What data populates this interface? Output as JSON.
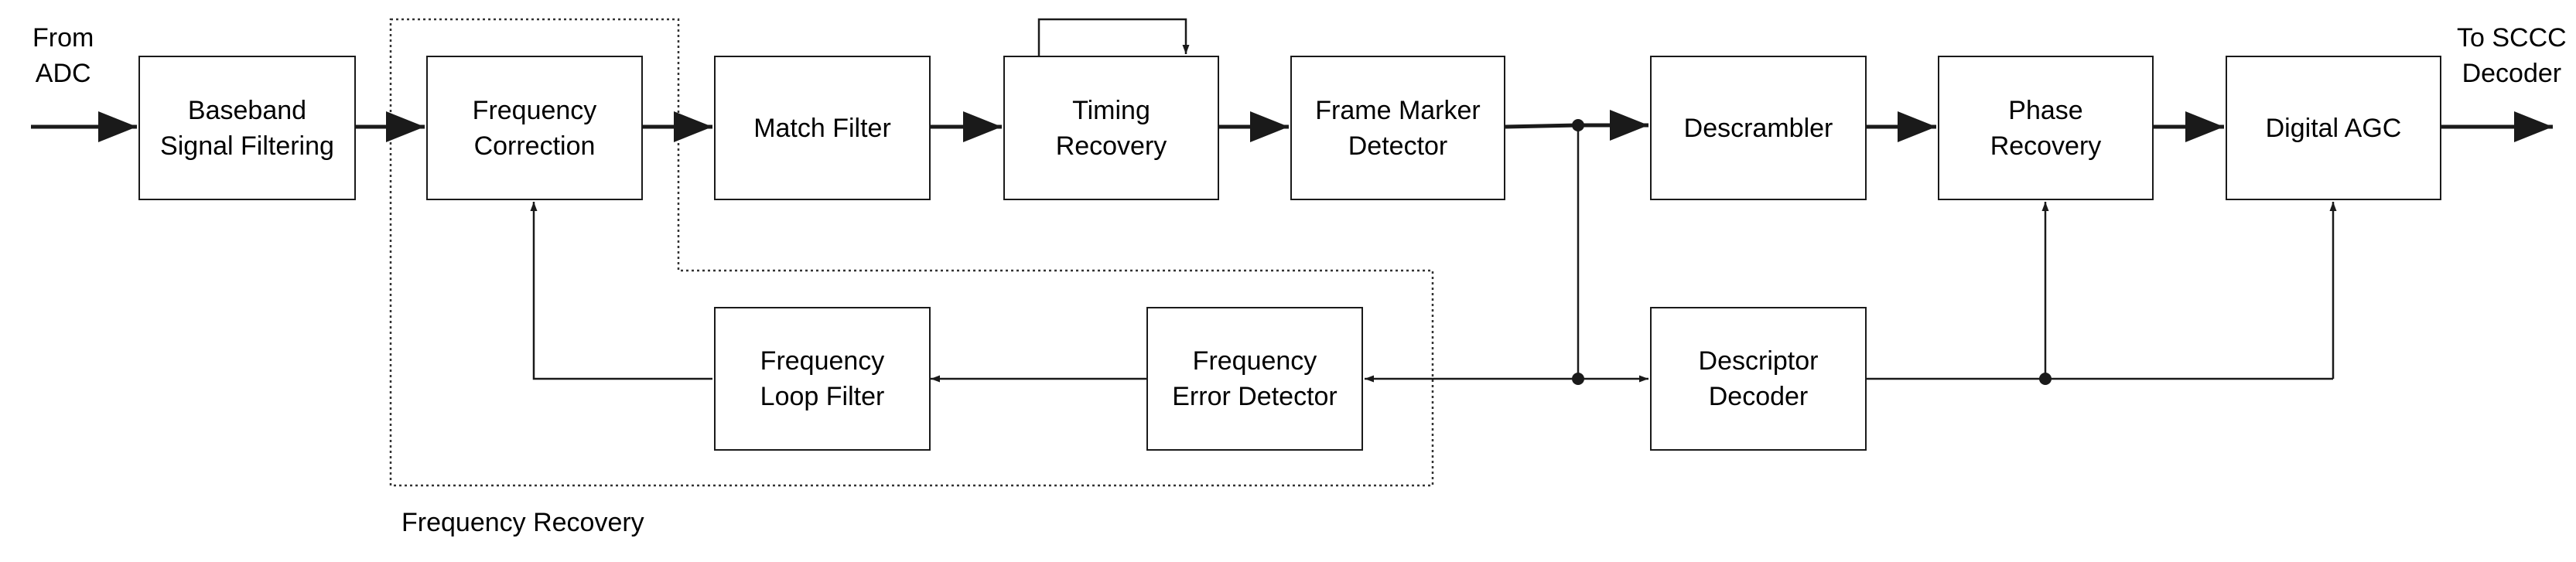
{
  "input_label": [
    "From",
    "ADC"
  ],
  "output_label": [
    "To SCCC",
    "Decoder"
  ],
  "group_label": "Frequency Recovery",
  "blocks": {
    "baseband": [
      "Baseband",
      "Signal Filtering"
    ],
    "freq_corr": [
      "Frequency",
      "Correction"
    ],
    "match": [
      "Match Filter"
    ],
    "timing": [
      "Timing",
      "Recovery"
    ],
    "frame": [
      "Frame Marker",
      "Detector"
    ],
    "descrambler": [
      "Descrambler"
    ],
    "phase": [
      "Phase",
      "Recovery"
    ],
    "agc": [
      "Digital AGC"
    ],
    "loop_filter": [
      "Frequency",
      "Loop Filter"
    ],
    "err_det": [
      "Frequency",
      "Error Detector"
    ],
    "desc_dec": [
      "Descriptor",
      "Decoder"
    ]
  },
  "colors": {
    "line": "#1a1a1a",
    "group_border": "#333333"
  }
}
